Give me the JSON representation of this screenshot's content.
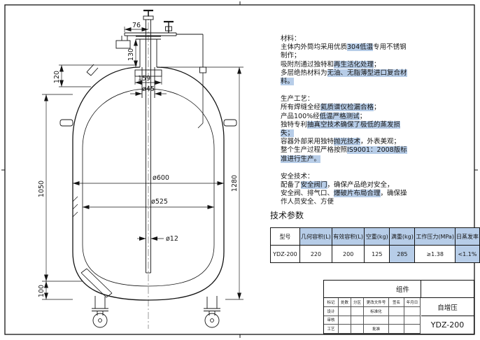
{
  "colors": {
    "line": "#141414",
    "highlight": "#b7cde8",
    "paper": "#ffffff"
  },
  "dims": {
    "w76": "76",
    "h130": "130",
    "h120": "120",
    "n159": "159",
    "d45": "ø45",
    "d600": "ø600",
    "d525": "ø525",
    "d12": "ø12",
    "h1050": "1050",
    "h1280": "1280",
    "h100": "100"
  },
  "notes": [
    {
      "title": "材料：",
      "lines": [
        [
          [
            "主体内外筒均采用优质",
            0
          ],
          [
            "304低温",
            1
          ],
          [
            "专用不锈钢",
            0
          ]
        ],
        [
          [
            "制作；",
            0
          ]
        ],
        [
          [
            "吸附剂通过独特和",
            0
          ],
          [
            "再生活化处理",
            1
          ],
          [
            "；",
            0
          ]
        ],
        [
          [
            "多层绝热材料为",
            0
          ],
          [
            "无油、无脂薄型进口复合材",
            1
          ]
        ],
        [
          [
            "料。",
            1
          ]
        ]
      ]
    },
    {
      "title": "生产工艺：",
      "lines": [
        [
          [
            "所有焊缝全经",
            0
          ],
          [
            "氦质谱仪检漏合格",
            1
          ],
          [
            "；",
            0
          ]
        ],
        [
          [
            "产品100%经",
            0
          ],
          [
            "低温严格测试",
            1
          ],
          [
            "；",
            0
          ]
        ],
        [
          [
            "独特专利",
            0
          ],
          [
            "抽真空技术确保了极低的蒸发损",
            1
          ]
        ],
        [
          [
            "失；",
            1
          ]
        ],
        [
          [
            "容器外部采用独特",
            0
          ],
          [
            "抛光技术",
            1
          ],
          [
            "，外表美观；",
            0
          ]
        ],
        [
          [
            "整个生产过程严格按照",
            0
          ],
          [
            "IS9001：2008版标",
            1
          ]
        ],
        [
          [
            "准进行生产。",
            1
          ]
        ]
      ]
    },
    {
      "title": "安全技术：",
      "lines": [
        [
          [
            "配备了",
            0
          ],
          [
            "安全阀门",
            1
          ],
          [
            "，确保产品绝对安全，",
            0
          ]
        ],
        [
          [
            "安全阀、排气口、",
            0
          ],
          [
            "爆破片布局合理",
            1
          ],
          [
            "，确保操",
            0
          ]
        ],
        [
          [
            "作人员安全、方便",
            0
          ]
        ]
      ]
    }
  ],
  "table": {
    "title": "技术参数",
    "headers": [
      [
        "型号",
        0
      ],
      [
        "几何容积(L)",
        1
      ],
      [
        "有效容积(L)",
        1
      ],
      [
        "空重(kg)",
        1
      ],
      [
        "满重(kg)",
        1
      ],
      [
        "工作压力(MPa)",
        1
      ],
      [
        "日蒸发率",
        1
      ]
    ],
    "rows": [
      [
        [
          "YDZ-200",
          0
        ],
        [
          "220",
          0
        ],
        [
          "200",
          0
        ],
        [
          "125",
          0
        ],
        [
          "285",
          1
        ],
        [
          "≥1.38",
          0
        ],
        [
          "<1.1%",
          1
        ]
      ]
    ]
  },
  "titleblock": {
    "part_name": "组件",
    "product": "自增压",
    "model": "YDZ-200",
    "grid": [
      [
        "标记",
        "处数",
        "分区",
        "更改文件号",
        "签名",
        "年月日"
      ],
      [
        "设计",
        "",
        "",
        "标准化",
        "",
        ""
      ],
      [
        "审核",
        "",
        "",
        "",
        "",
        ""
      ],
      [
        "工艺",
        "",
        "",
        "批准",
        "",
        ""
      ]
    ]
  }
}
